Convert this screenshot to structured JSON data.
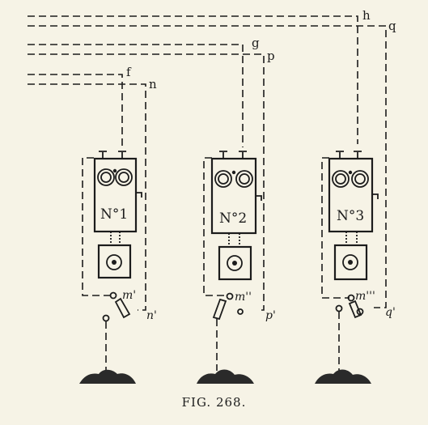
{
  "wire_labels": {
    "h": "h",
    "q": "q",
    "g": "g",
    "p": "p",
    "f": "f",
    "n": "n",
    "n_prime": "n'",
    "p_prime": "p'",
    "q_prime": "q'"
  },
  "instruments": [
    {
      "number_label": "N°1",
      "switch_label": "m'"
    },
    {
      "number_label": "N°2",
      "switch_label": "m''"
    },
    {
      "number_label": "N°3",
      "switch_label": "m'''"
    }
  ],
  "caption": "FIG. 268."
}
